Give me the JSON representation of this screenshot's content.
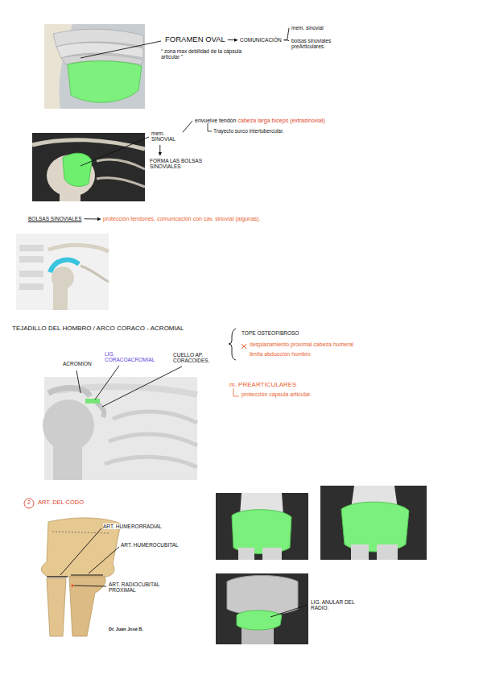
{
  "diagram": {
    "nodes": [
      {
        "text": [
          "FORAMEN OVAL"
        ]
      },
      {
        "text": [
          "COMUNICACIÓN"
        ]
      },
      {
        "text": [
          "mem. sinovial"
        ]
      },
      {
        "text": [
          "bolsas sinoviales preArticulares."
        ]
      },
      {
        "text": [
          "mem. SINOVIAL"
        ]
      },
      {
        "text": [
          "envuelve tendón",
          "cabeza larga bíceps (extrasinovial)"
        ]
      },
      {
        "text": [
          "FORMA LAS BOLSAS SINOVIALES"
        ]
      },
      {
        "text": [
          "BOLSAS SINOVIALES"
        ]
      },
      {
        "text": [
          "protección tendones, comunicación con cav. sinovial (algunas)."
        ]
      }
    ],
    "edges": [
      {
        "from": 0,
        "to": 1,
        "arrow": "to"
      },
      {
        "from": 1,
        "to": 2,
        "arrow": "none"
      },
      {
        "from": 1,
        "to": 3,
        "arrow": "none"
      },
      {
        "from": 4,
        "to": 5,
        "arrow": "none"
      },
      {
        "from": 4,
        "to": 6,
        "arrow": "to"
      },
      {
        "from": 7,
        "to": 8,
        "arrow": "to"
      }
    ],
    "labels": [
      "“ zona max debilidad de la cápsula articular ”",
      "Trayecto surco intertubercular.",
      "TEJADILLO DEL HOMBRO / ARCO CORACO - ACROMIAL",
      "ACROMION",
      "LIG. CORACOACROMIAL",
      "CUELLO AP. CORACOIDES.",
      "TOPE OSTEOFIBROSO",
      "desplazamiento proximal cabeza humeral",
      "limita abducción hombro",
      "m. PREARTICULARES",
      "protección cápsula articular.",
      "2",
      "ART. DEL CODO",
      "ART. HUMERORRADIAL",
      "ART. HUMEROCUBITAL",
      "ART. RADIOCUBITAL PROXIMAL",
      "Dr. Juan José B.",
      "LIG. ANULAR DEL RADIO."
    ]
  }
}
